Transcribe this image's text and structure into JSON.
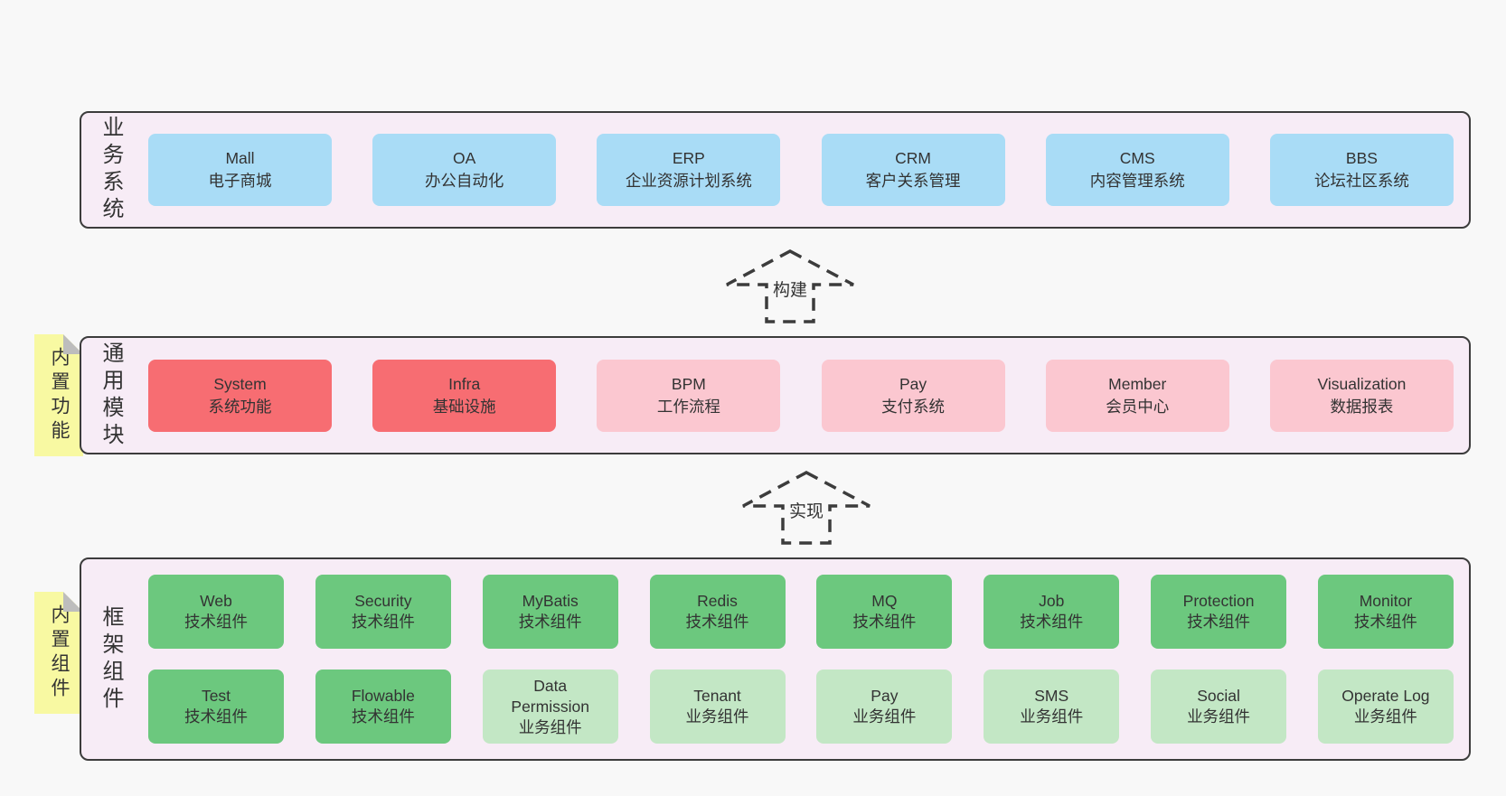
{
  "colors": {
    "blue": "#a9dcf6",
    "red": "#f76d72",
    "pink": "#fbc7d0",
    "green": "#6cc87e",
    "lightgreen": "#c3e7c5",
    "band_bg": "#f7ecf6",
    "tag_yellow": "#f8f9a2",
    "border": "#3c3c3c",
    "page_bg": "#f8f8f8"
  },
  "arrows": [
    {
      "label": "构建"
    },
    {
      "label": "实现"
    }
  ],
  "bands": [
    {
      "label": "业务系统",
      "boxes": [
        {
          "title": "Mall",
          "subtitle": "电子商城",
          "color": "blue"
        },
        {
          "title": "OA",
          "subtitle": "办公自动化",
          "color": "blue"
        },
        {
          "title": "ERP",
          "subtitle": "企业资源计划系统",
          "color": "blue"
        },
        {
          "title": "CRM",
          "subtitle": "客户关系管理",
          "color": "blue"
        },
        {
          "title": "CMS",
          "subtitle": "内容管理系统",
          "color": "blue"
        },
        {
          "title": "BBS",
          "subtitle": "论坛社区系统",
          "color": "blue"
        }
      ]
    },
    {
      "label": "通用模块",
      "tag": "内置功能",
      "boxes": [
        {
          "title": "System",
          "subtitle": "系统功能",
          "color": "red"
        },
        {
          "title": "Infra",
          "subtitle": "基础设施",
          "color": "red"
        },
        {
          "title": "BPM",
          "subtitle": "工作流程",
          "color": "pink"
        },
        {
          "title": "Pay",
          "subtitle": "支付系统",
          "color": "pink"
        },
        {
          "title": "Member",
          "subtitle": "会员中心",
          "color": "pink"
        },
        {
          "title": "Visualization",
          "subtitle": "数据报表",
          "color": "pink"
        }
      ]
    },
    {
      "label": "框架组件",
      "tag": "内置组件",
      "rows": [
        [
          {
            "title": "Web",
            "subtitle": "技术组件",
            "color": "green"
          },
          {
            "title": "Security",
            "subtitle": "技术组件",
            "color": "green"
          },
          {
            "title": "MyBatis",
            "subtitle": "技术组件",
            "color": "green"
          },
          {
            "title": "Redis",
            "subtitle": "技术组件",
            "color": "green"
          },
          {
            "title": "MQ",
            "subtitle": "技术组件",
            "color": "green"
          },
          {
            "title": "Job",
            "subtitle": "技术组件",
            "color": "green"
          },
          {
            "title": "Protection",
            "subtitle": "技术组件",
            "color": "green"
          },
          {
            "title": "Monitor",
            "subtitle": "技术组件",
            "color": "green"
          }
        ],
        [
          {
            "title": "Test",
            "subtitle": "技术组件",
            "color": "green"
          },
          {
            "title": "Flowable",
            "subtitle": "技术组件",
            "color": "green"
          },
          {
            "title": "Data Permission",
            "subtitle": "业务组件",
            "color": "lightgreen"
          },
          {
            "title": "Tenant",
            "subtitle": "业务组件",
            "color": "lightgreen"
          },
          {
            "title": "Pay",
            "subtitle": "业务组件",
            "color": "lightgreen"
          },
          {
            "title": "SMS",
            "subtitle": "业务组件",
            "color": "lightgreen"
          },
          {
            "title": "Social",
            "subtitle": "业务组件",
            "color": "lightgreen"
          },
          {
            "title": "Operate Log",
            "subtitle": "业务组件",
            "color": "lightgreen"
          }
        ]
      ]
    }
  ]
}
